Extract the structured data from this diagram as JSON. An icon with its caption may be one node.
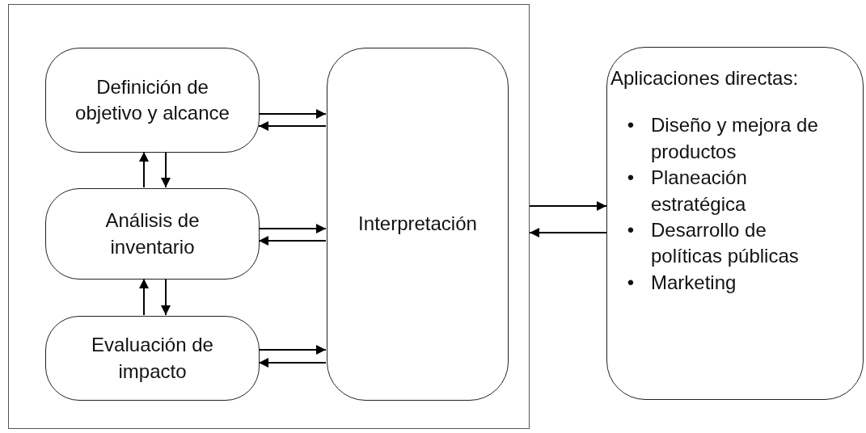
{
  "diagram": {
    "nodes": [
      {
        "text": [],
        "shape": "box"
      },
      {
        "text": [
          "Definición de objetivo y alcance"
        ],
        "in": 0
      },
      {
        "text": [
          "Análisis de inventario"
        ],
        "in": 0
      },
      {
        "text": [
          "Evaluación de impacto"
        ],
        "in": 0
      },
      {
        "text": [
          "Interpretación"
        ],
        "in": 0
      },
      {
        "text": [
          "Aplicaciones directas:",
          "Diseño y mejora de productos",
          "Planeación estratégica",
          "Desarrollo de políticas públicas",
          "Marketing"
        ]
      }
    ],
    "edges": [
      {
        "from": 1,
        "to": 4,
        "arrow": "to"
      },
      {
        "from": 4,
        "to": 1,
        "arrow": "to"
      },
      {
        "from": 2,
        "to": 1,
        "arrow": "to"
      },
      {
        "from": 1,
        "to": 2,
        "arrow": "to"
      },
      {
        "from": 2,
        "to": 4,
        "arrow": "to"
      },
      {
        "from": 4,
        "to": 2,
        "arrow": "to"
      },
      {
        "from": 3,
        "to": 2,
        "arrow": "to"
      },
      {
        "from": 2,
        "to": 3,
        "arrow": "to"
      },
      {
        "from": 3,
        "to": 4,
        "arrow": "to"
      },
      {
        "from": 4,
        "to": 3,
        "arrow": "to"
      },
      {
        "from": 0,
        "to": 5,
        "arrow": "to"
      },
      {
        "from": 5,
        "to": 0,
        "arrow": "to"
      }
    ],
    "labels": [
      "•",
      "•",
      "•",
      "•"
    ]
  }
}
